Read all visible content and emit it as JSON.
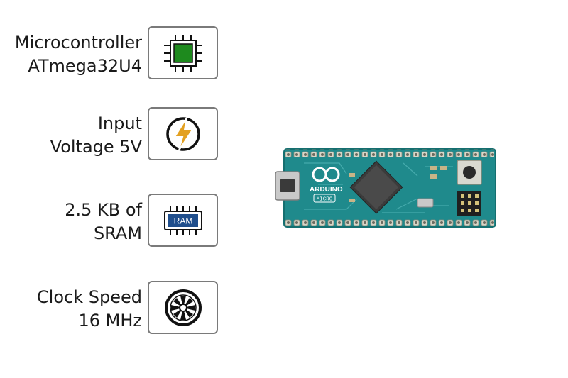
{
  "features": [
    {
      "line1": "Microcontroller",
      "line2": "ATmega32U4",
      "icon": "microcontroller-chip-icon"
    },
    {
      "line1": "Input",
      "line2": "Voltage 5V",
      "icon": "lightning-bolt-icon"
    },
    {
      "line1": "2.5 KB of",
      "line2": "SRAM",
      "icon": "ram-chip-icon"
    },
    {
      "line1": "Clock Speed",
      "line2": "16 MHz",
      "icon": "clock-dial-icon"
    }
  ],
  "ram_chip_label": "RAM",
  "board": {
    "brand": "ARDUINO",
    "model": "MICRO"
  },
  "colors": {
    "board_teal": "#1f8a8c",
    "chip_green": "#1e8a1e",
    "bolt_orange": "#e3a020",
    "ram_blue": "#1f4e8c",
    "border_gray": "#7a7a7a"
  }
}
